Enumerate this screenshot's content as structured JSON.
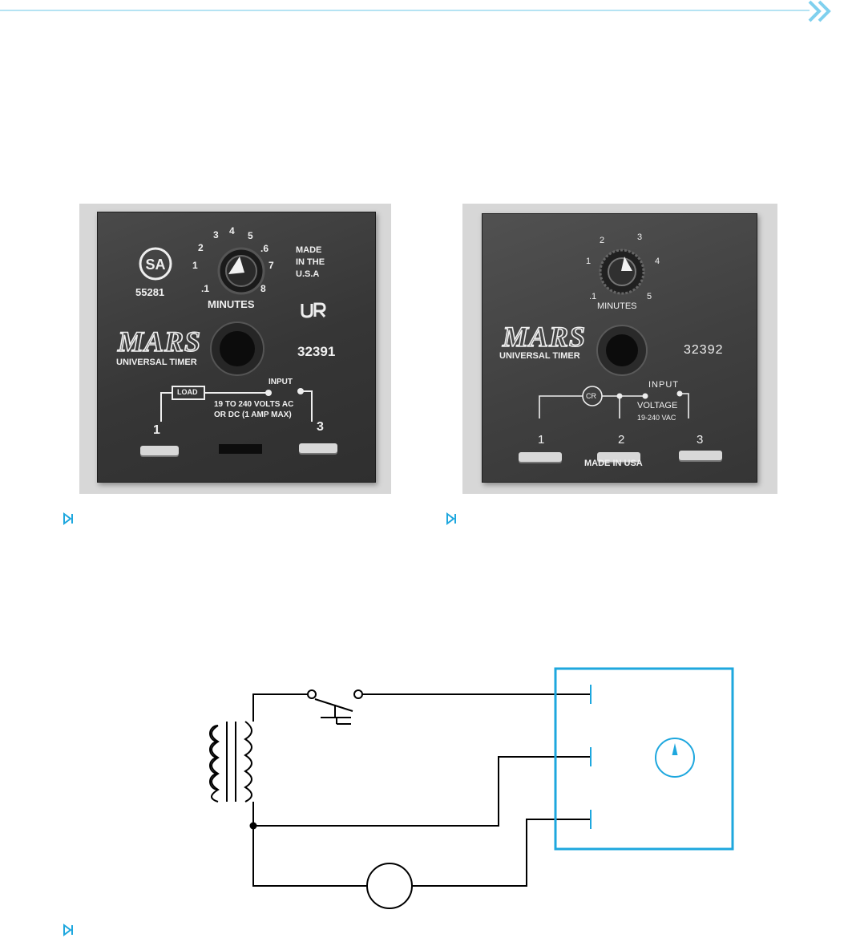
{
  "colors": {
    "accent": "#1ea7de",
    "rule": "#b5e3f3",
    "wire": "#000000"
  },
  "photo_left": {
    "cert_mark": "SA",
    "cert_number": "55281",
    "dial_numbers": [
      "2",
      "3",
      "4",
      "5",
      ".6",
      "1",
      "7",
      ".1",
      "8"
    ],
    "dial_unit": "MINUTES",
    "made_in": [
      "MADE",
      "IN THE",
      "U.S.A"
    ],
    "brand": "MARS",
    "product_line": "UNIVERSAL TIMER",
    "model": "32391",
    "load_label": "LOAD",
    "input_label": "INPUT",
    "rating": [
      "19 TO 240 VOLTS AC",
      "OR DC (1 AMP MAX)"
    ],
    "terminals": [
      "1",
      "3"
    ]
  },
  "photo_right": {
    "dial_numbers": [
      "2",
      "3",
      "1",
      "4",
      ".1",
      "5"
    ],
    "dial_unit": "MINUTES",
    "brand": "MARS",
    "product_line": "UNIVERSAL TIMER",
    "model": "32392",
    "cr_label": "CR",
    "input_label": "INPUT",
    "voltage_label": "VOLTAGE",
    "voltage_value": "19-240 VAC",
    "terminals": [
      "1",
      "2",
      "3"
    ],
    "made_in": "MADE IN USA"
  },
  "icons": {
    "header": "double-chevron-right-icon",
    "caption": "caption-marker-icon",
    "timer": "clock-icon"
  }
}
